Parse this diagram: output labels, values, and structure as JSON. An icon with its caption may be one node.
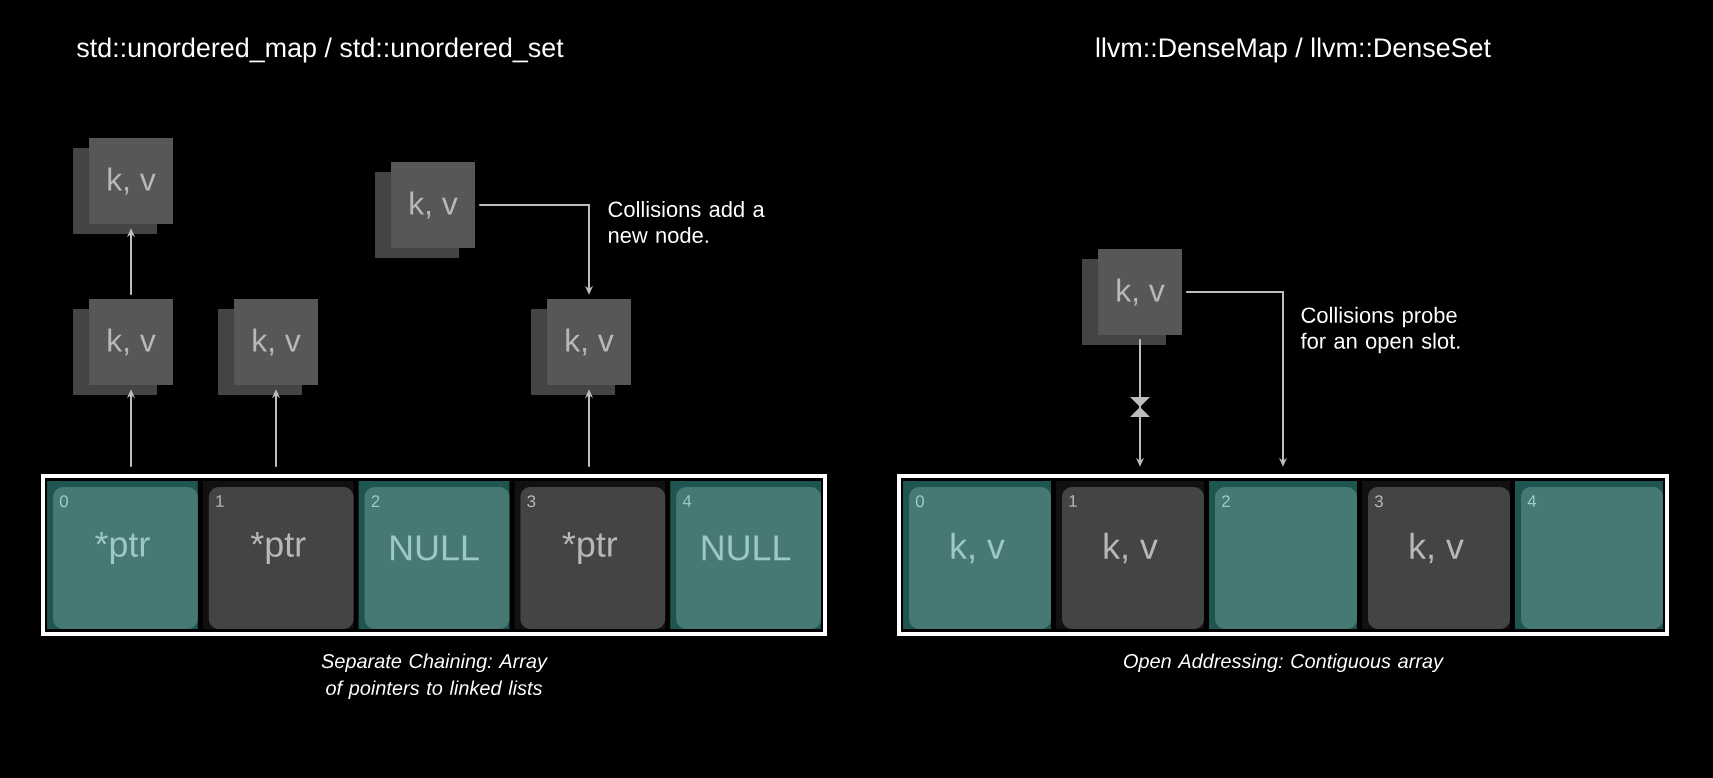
{
  "diagram": {
    "nodes": [
      {
        "text": [],
        "shape": "box",
        "beside": [
          "Separate Chaining: Array of pointers to linked lists"
        ]
      },
      {
        "text": [
          "0",
          "*ptr"
        ],
        "in": 0
      },
      {
        "text": [
          "1",
          "*ptr"
        ],
        "in": 0
      },
      {
        "text": [
          "2",
          "NULL"
        ],
        "in": 0
      },
      {
        "text": [
          "3",
          "*ptr"
        ],
        "in": 0
      },
      {
        "text": [
          "4",
          "NULL"
        ],
        "in": 0
      },
      {
        "text": [
          "k, v"
        ]
      },
      {
        "text": [
          "k, v"
        ]
      },
      {
        "text": [
          "k, v"
        ]
      },
      {
        "text": [
          "k, v"
        ]
      },
      {
        "text": [
          "k, v"
        ]
      },
      {
        "text": [],
        "shape": "box",
        "beside": [
          "Open Addressing: Contiguous array"
        ]
      },
      {
        "text": [
          "0",
          "k, v"
        ],
        "in": 11
      },
      {
        "text": [
          "1",
          "k, v"
        ],
        "in": 11
      },
      {
        "text": [
          "2"
        ],
        "in": 11
      },
      {
        "text": [
          "3",
          "k, v"
        ],
        "in": 11
      },
      {
        "text": [
          "4"
        ],
        "in": 11
      },
      {
        "text": [
          "k, v"
        ]
      }
    ],
    "edges": [
      {
        "from": 1,
        "to": 7,
        "arrow": "to"
      },
      {
        "from": 7,
        "to": 6,
        "arrow": "to"
      },
      {
        "from": 2,
        "to": 8,
        "arrow": "to"
      },
      {
        "from": 4,
        "to": 10,
        "arrow": "to"
      },
      {
        "from": 9,
        "to": 10,
        "arrow": "to"
      },
      {
        "from": 17,
        "to": 13,
        "arrow": "to"
      },
      {
        "from": 17,
        "to": 14,
        "arrow": "to"
      }
    ],
    "labels": [
      "std::unordered_map / std::unordered_set",
      "llvm::DenseMap / llvm::DenseSet",
      "Collisions add a new node.",
      "Collisions probe for an open slot."
    ]
  }
}
